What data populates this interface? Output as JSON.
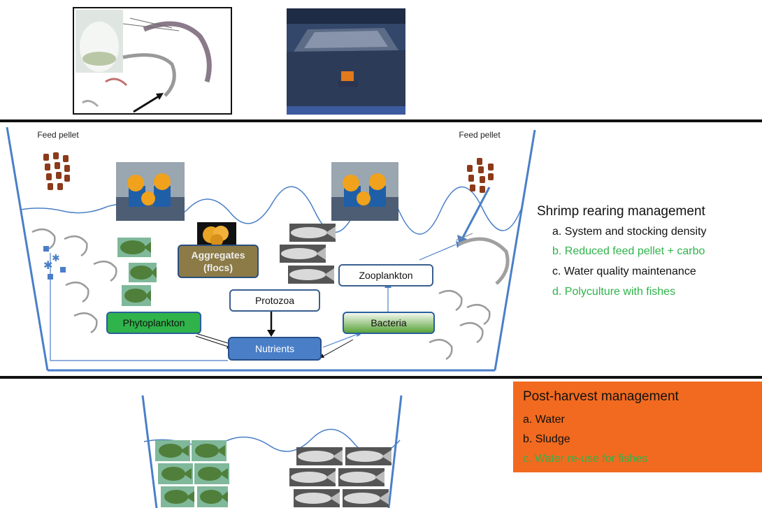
{
  "colors": {
    "green_text": "#2fb34a",
    "orange_box": "#f26a1f",
    "tank_blue": "#4a7fc8",
    "pellet_brown": "#8b3a1a"
  },
  "pellets": {
    "left_label": "Feed pellet",
    "right_label": "Feed pellet"
  },
  "boxes": {
    "aggregates": "Aggregates (flocs)",
    "protozoa": "Protozoa",
    "zooplankton": "Zooplankton",
    "phytoplankton": "Phytoplankton",
    "bacteria": "Bacteria",
    "nutrients": "Nutrients"
  },
  "rearing": {
    "title": "Shrimp rearing management",
    "items": [
      {
        "text": "a. System and stocking density",
        "color": "#111111"
      },
      {
        "text": "b. Reduced feed pellet + carbo",
        "color": "#2fb34a"
      },
      {
        "text": "c. Water quality maintenance",
        "color": "#111111"
      },
      {
        "text": "d. Polyculture with fishes",
        "color": "#2fb34a"
      }
    ]
  },
  "post_harvest": {
    "title": "Post-harvest management",
    "items": [
      {
        "text": "a.  Water",
        "color": "#111111"
      },
      {
        "text": "b.  Sludge",
        "color": "#111111"
      },
      {
        "text": "c.  Water re-use for fishes",
        "color": "#2fb34a"
      }
    ]
  }
}
